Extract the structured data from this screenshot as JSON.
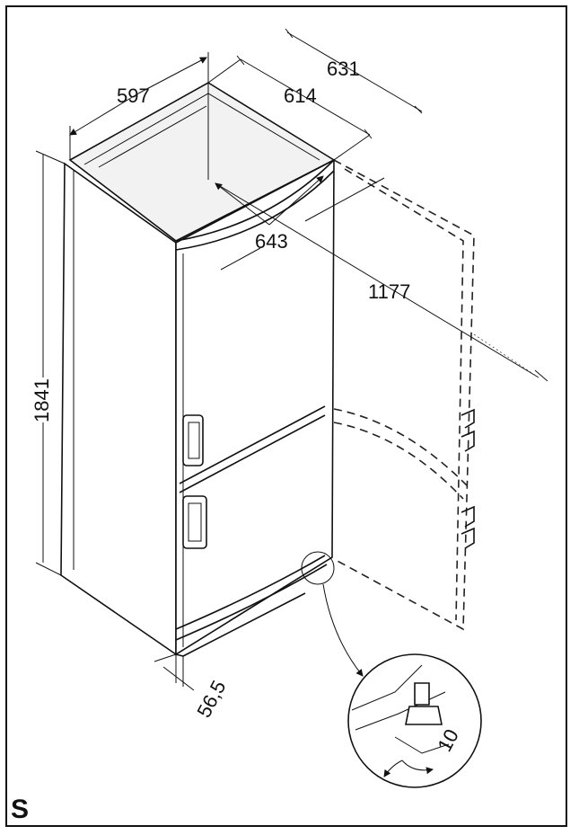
{
  "diagram": {
    "dimensions": {
      "width": "597",
      "depth_outer": "631",
      "depth_inner": "614",
      "depth_door_open": "643",
      "depth_total_open": "1177",
      "height": "1841",
      "door_offset": "56,5",
      "detail_label": "10"
    },
    "section_label": "S"
  }
}
